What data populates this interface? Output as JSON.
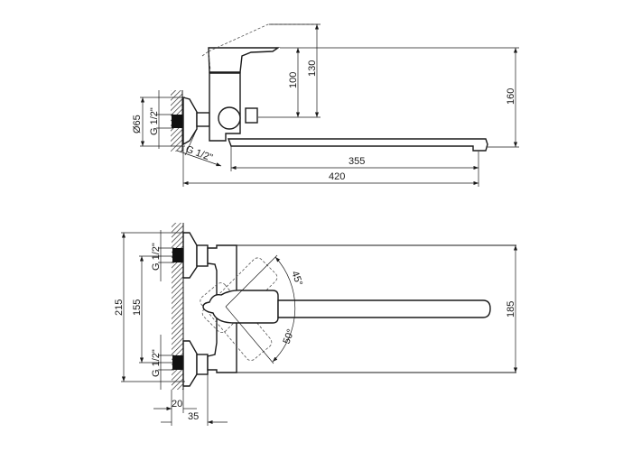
{
  "side_view": {
    "dim_handle_height": "100",
    "dim_lever_height": "130",
    "dim_spout_height": "160",
    "dim_flange_diameter": "Ø65",
    "dim_thread": "G 1/2\"",
    "dim_thread_angled": "G 1/2\"",
    "dim_spout_reach": "355",
    "dim_total_reach": "420"
  },
  "top_view": {
    "dim_total_width": "215",
    "dim_inlet_spacing": "155",
    "dim_body_width": "185",
    "dim_thread_upper": "G 1/2\"",
    "dim_thread_lower": "G 1/2\"",
    "dim_rotation_up": "45°",
    "dim_rotation_down": "50°",
    "dim_wall": "20",
    "dim_offset": "35"
  }
}
